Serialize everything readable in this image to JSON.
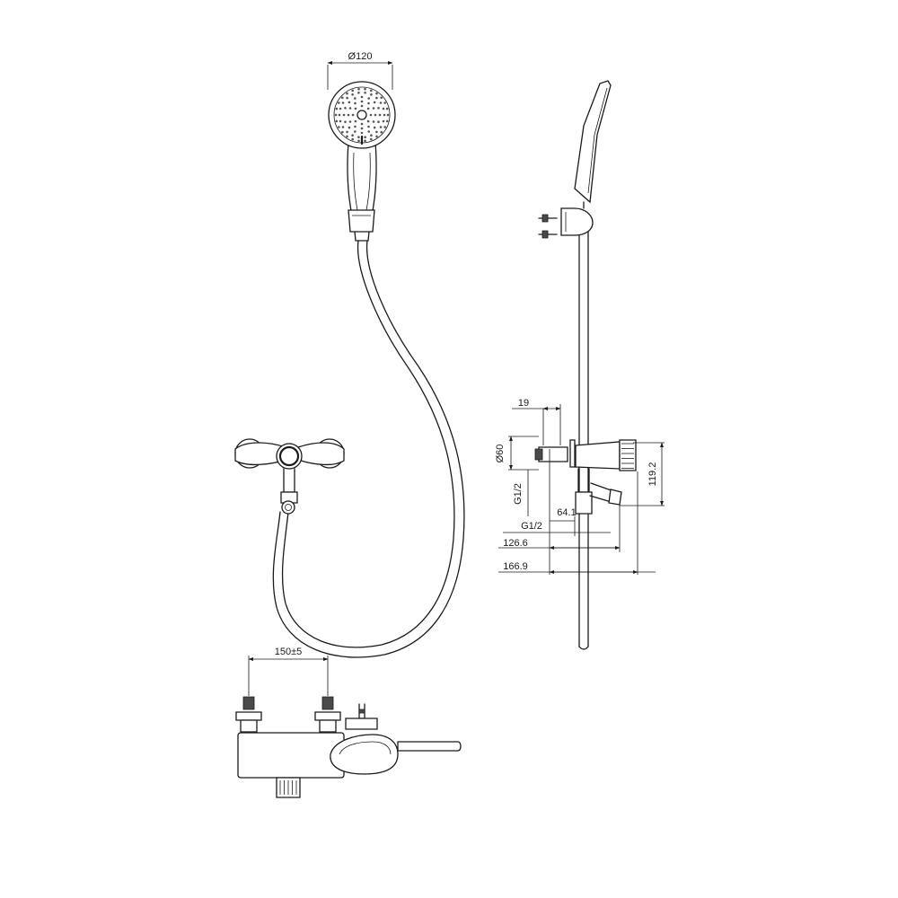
{
  "dimensions": {
    "head_diameter": "Ø120",
    "inlet_spacing": "150±5",
    "wall_offset": "19",
    "escutcheon_diameter": "Ø60",
    "thread_vertical": "G1/2",
    "thread_horizontal": "G1/2",
    "spout_offset": "64.1",
    "handle_depth": "126.6",
    "overall_depth": "166.9",
    "body_height": "119.2"
  },
  "colors": {
    "line": "#1a1a1a",
    "fill_dark": "#4a4a4a",
    "background": "#ffffff"
  }
}
